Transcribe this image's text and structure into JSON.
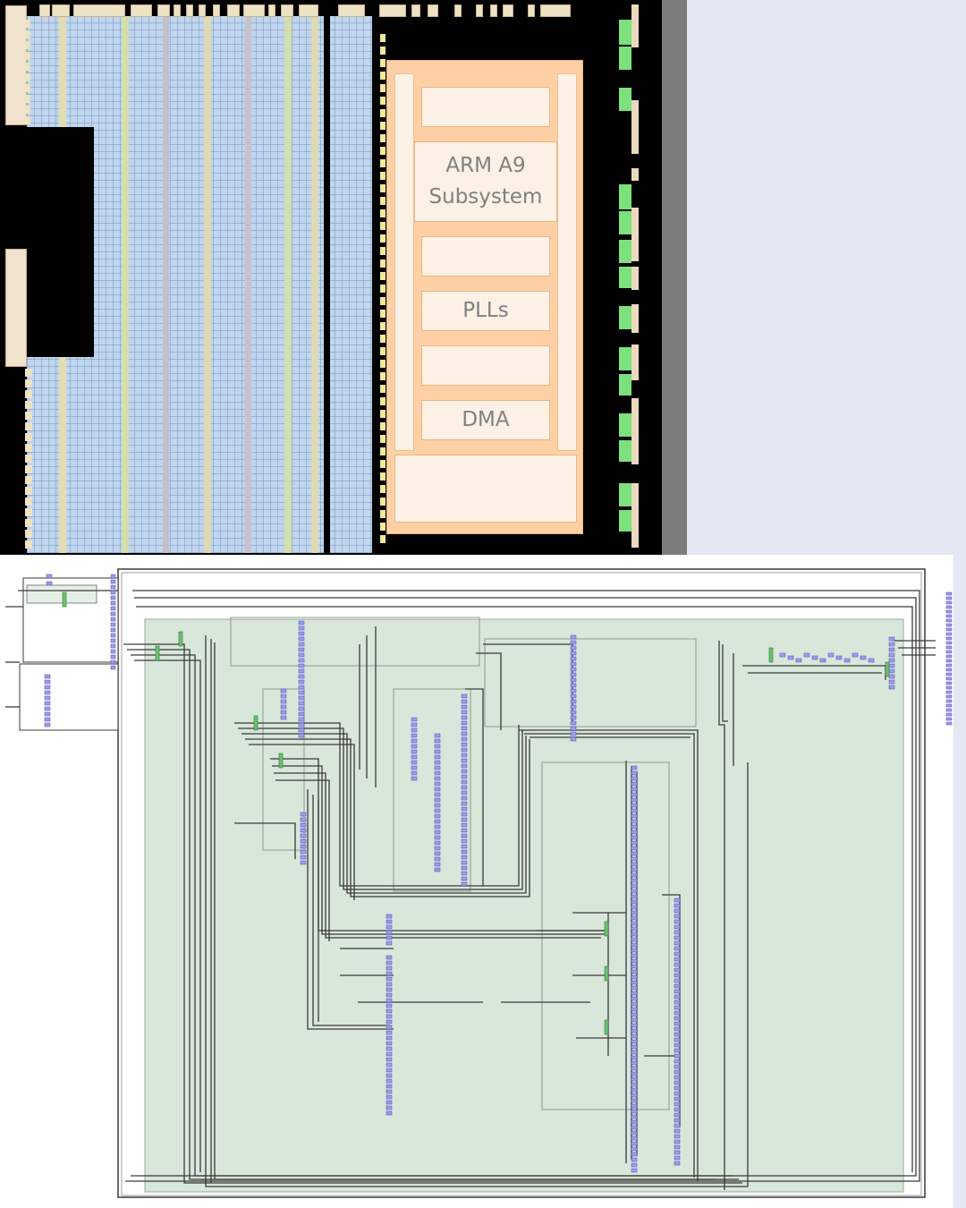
{
  "chip_floorplan": {
    "blocks": {
      "arm": "ARM A9\nSubsystem",
      "plls": "PLLs",
      "dma": "DMA"
    },
    "colors": {
      "background": "#000000",
      "fabric": "#c0d6ee",
      "io": "#f0e2cc",
      "hps": "#ffd0a6",
      "hps_sub": "#fdf1e6",
      "pad_green": "#7ce07c",
      "pad_yellow": "#f2e89a",
      "border": "#7d7d7d"
    }
  },
  "rtl_schematic": {
    "colors": {
      "background": "#ffffff",
      "region": "#d9e6da",
      "wire": "#3a3a3a",
      "node": "#9c9cf0",
      "mux": "#6fbf73"
    }
  }
}
